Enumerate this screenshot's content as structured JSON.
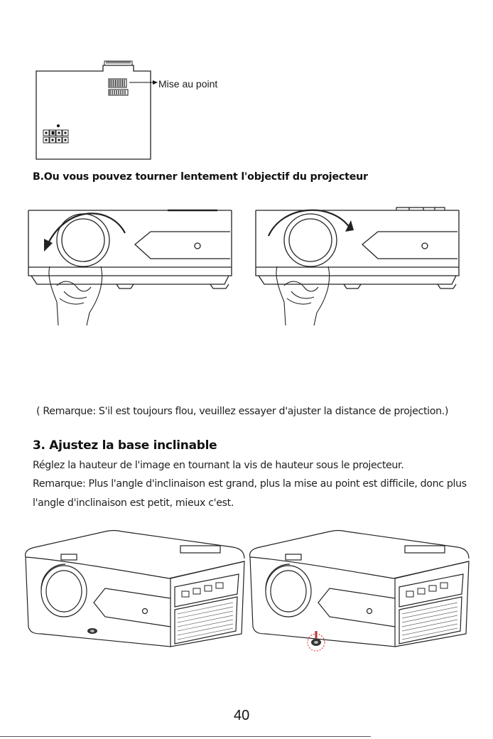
{
  "figure_top": {
    "focus_label": "Mise au point"
  },
  "subtitle_b": "B.Ou vous pouvez tourner lentement l'objectif du projecteur",
  "remark_blur": "( Remarque: S'il est toujours flou, veuillez essayer d'ajuster la distance de projection.)",
  "section3": {
    "title": "3. Ajustez la base inclinable",
    "lines": [
      "Réglez la hauteur de l'image en tournant la vis de hauteur sous le projecteur.",
      "Remarque: Plus l'angle d'inclinaison est grand, plus la mise au point est difficile, donc plus",
      "l'angle d'inclinaison est petit, mieux c'est."
    ]
  },
  "page_number": "40",
  "icons": [
    "focus-ring-icon",
    "control-buttons-icon",
    "rotate-left-arrow-icon",
    "rotate-right-arrow-icon",
    "hand-icon",
    "tilt-screw-icon"
  ]
}
